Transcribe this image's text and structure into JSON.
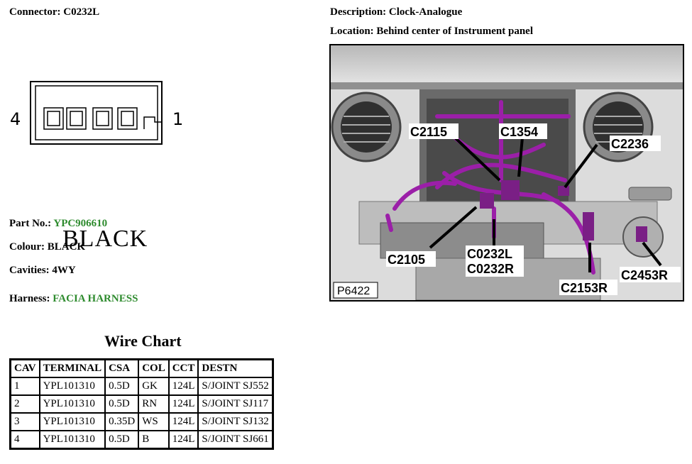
{
  "connector": {
    "label": "Connector:",
    "id": "C0232L",
    "pin_left": "4",
    "pin_right": "1",
    "color_text": "BLACK"
  },
  "description": {
    "label": "Description:",
    "value": "Clock-Analogue"
  },
  "location": {
    "label": "Location:",
    "value": "Behind center of Instrument panel"
  },
  "part": {
    "label": "Part No.:",
    "value": "YPC906610"
  },
  "colour": {
    "label": "Colour:",
    "value": "BLACK"
  },
  "cavities": {
    "label": "Cavities:",
    "value": "4WY"
  },
  "harness": {
    "label": "Harness:",
    "value": "FACIA HARNESS"
  },
  "wire_chart": {
    "title": "Wire Chart",
    "headers": [
      "CAV",
      "TERMINAL",
      "CSA",
      "COL",
      "CCT",
      "DESTN"
    ],
    "rows": [
      [
        "1",
        "YPL101310",
        "0.5D",
        "GK",
        "124L",
        "S/JOINT SJ552"
      ],
      [
        "2",
        "YPL101310",
        "0.5D",
        "RN",
        "124L",
        "S/JOINT SJ117"
      ],
      [
        "3",
        "YPL101310",
        "0.35D",
        "WS",
        "124L",
        "S/JOINT SJ132"
      ],
      [
        "4",
        "YPL101310",
        "0.5D",
        "B",
        "124L",
        "S/JOINT SJ661"
      ]
    ]
  },
  "photo": {
    "id": "P6422",
    "callouts": {
      "c2115": "C2115",
      "c1354": "C1354",
      "c2236": "C2236",
      "c2105": "C2105",
      "c0232l": "C0232L",
      "c0232r": "C0232R",
      "c2153r": "C2153R",
      "c2453r": "C2453R"
    },
    "harness_color": "#9b1fa8"
  }
}
